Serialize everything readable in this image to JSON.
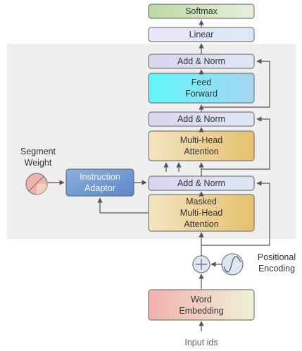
{
  "blocks": {
    "softmax": "Softmax",
    "linear": "Linear",
    "add_norm_top": "Add & Norm",
    "feed_forward": "Feed\nForward",
    "add_norm_mid": "Add & Norm",
    "multi_head_attention": "Multi-Head\nAttention",
    "add_norm_bottom": "Add & Norm",
    "masked_multi_head_attention": "Masked\nMulti-Head\nAttention",
    "instruction_adaptor": "Instruction\nAdaptor",
    "word_embedding": "Word\nEmbedding"
  },
  "labels": {
    "segment_weight": "Segment\nWeight",
    "positional_encoding": "Positional\nEncoding",
    "input_ids": "Input ids"
  },
  "colors": {
    "softmax_fill": "#c7e0b4",
    "linear_fill": "#e4dcf3",
    "add_norm_fill": "#dcd6ee",
    "feed_forward_fill": "#6cf0f7",
    "attention_fill": "#eed7a2",
    "adaptor_fill": "#7fa6d6",
    "embedding_fill": "#f2b8b3",
    "background_panel": "#efefef",
    "arrow": "#555555"
  }
}
